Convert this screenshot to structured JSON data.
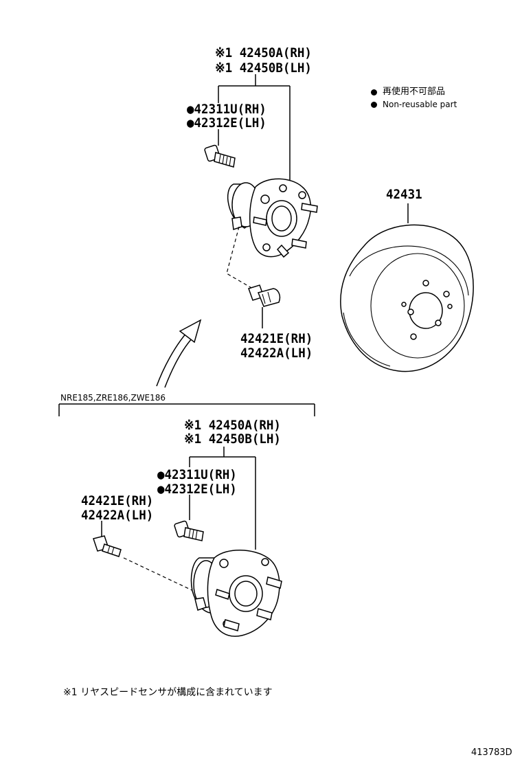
{
  "legend": {
    "items": [
      {
        "text": "再使用不可部品"
      },
      {
        "text": "Non-reusable part"
      }
    ]
  },
  "upper_assembly": {
    "hub_rh": "※1 42450A(RH)",
    "hub_lh": "※1 42450B(LH)",
    "bolt_rh": "●42311U(RH)",
    "bolt_lh": "●42312E(LH)",
    "hubbolt_rh": "42421E(RH)",
    "hubbolt_lh": "42422A(LH)"
  },
  "disc": {
    "part": "42431"
  },
  "variant": {
    "models": "NRE185,ZRE186,ZWE186"
  },
  "lower_assembly": {
    "hub_rh": "※1 42450A(RH)",
    "hub_lh": "※1 42450B(LH)",
    "bolt_rh": "●42311U(RH)",
    "bolt_lh": "●42312E(LH)",
    "hubbolt_rh": "42421E(RH)",
    "hubbolt_lh": "42422A(LH)"
  },
  "footnote": "※1 リヤスピードセンサが構成に含まれています",
  "figure_id": "413783D"
}
